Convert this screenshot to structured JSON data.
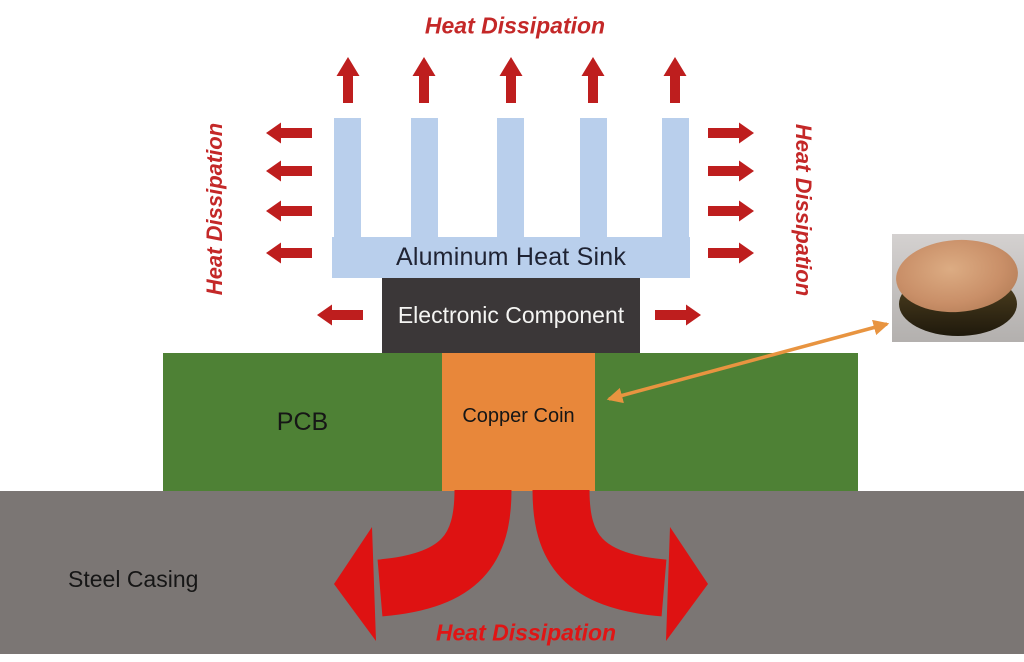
{
  "labels": {
    "heat_dissipation_top": "Heat Dissipation",
    "heat_dissipation_left": "Heat Dissipation",
    "heat_dissipation_right": "Heat Dissipation",
    "heat_dissipation_bottom": "Heat Dissipation",
    "heat_sink": "Aluminum Heat Sink",
    "component": "Electronic Component",
    "pcb": "PCB",
    "copper_coin": "Copper Coin",
    "steel_casing": "Steel Casing"
  },
  "arrows": {
    "top_up_arrows": {
      "count": 5,
      "direction": "up"
    },
    "left_arrows": {
      "count": 4,
      "direction": "left"
    },
    "right_arrows": {
      "count": 4,
      "direction": "right"
    },
    "component_side_arrows": {
      "count": 2,
      "direction": "outward"
    },
    "bottom_curved_arrows": {
      "count": 2,
      "direction": "down-outward"
    },
    "photo_pointer": {
      "type": "double-headed",
      "from": "copper-coin-block",
      "to": "copper-coin-photo"
    }
  },
  "icons": {
    "up_arrow": "up-arrow-icon",
    "left_arrow": "left-arrow-icon",
    "right_arrow": "right-arrow-icon",
    "curved_arrow": "curved-down-arrow-icon",
    "double_arrow": "double-headed-arrow-icon"
  },
  "colors": {
    "page_bg": "#ffffff",
    "heat_sink": "#b9cfec",
    "heat_sink_label": "#1f2333",
    "component_box": "#3b3738",
    "component_label": "#f5f5f3",
    "pcb": "#4e8135",
    "copper": "#e8873a",
    "steel": "#7b7674",
    "small_arrow": "#be1e1e",
    "red_label": "#c42828",
    "big_arrow": "#de1212",
    "bottom_label": "#e01515",
    "pointer_orange": "#e89440",
    "text_dark": "#161616",
    "photo_bg_top": "#d4d1d0",
    "photo_bg_bottom": "#b3b0ae",
    "coin_top": "#c98f68",
    "coin_top_light": "#dcac83",
    "coin_side": "#41351a",
    "coin_side_dark": "#1f190c"
  }
}
